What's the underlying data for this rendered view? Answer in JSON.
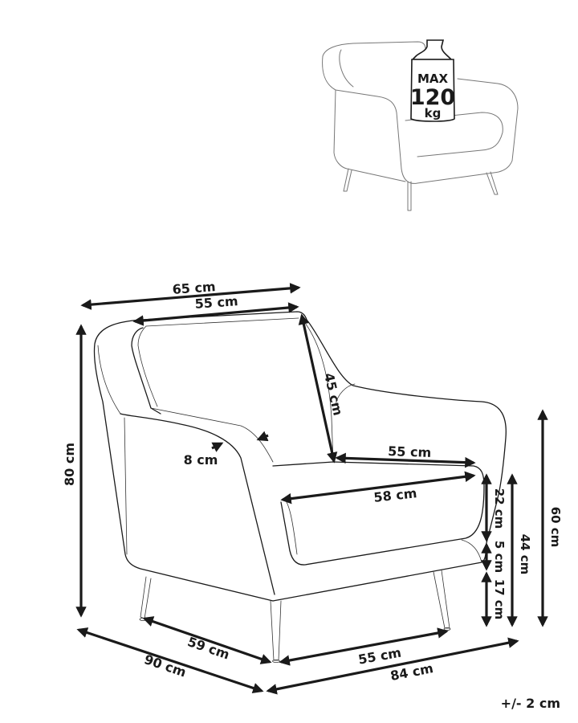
{
  "diagram": {
    "subject": "Armchair dimensions",
    "weight_badge": {
      "line1": "MAX",
      "line2": "120",
      "line3": "kg"
    },
    "tolerance": "+/- 2 cm",
    "dimensions": {
      "overall_back_width": "65 cm",
      "backrest_width": "55 cm",
      "backrest_height": "45 cm",
      "armrest_width": "8 cm",
      "overall_height": "80 cm",
      "seat_depth": "55 cm",
      "seat_width": "58 cm",
      "seat_cushion_thickness": "22 cm",
      "base_thickness": "5 cm",
      "leg_height": "17 cm",
      "seat_height": "44 cm",
      "armrest_height": "60 cm",
      "leg_span_side": "59 cm",
      "leg_span_front": "55 cm",
      "overall_depth": "90 cm",
      "overall_width": "84 cm"
    }
  },
  "colors": {
    "line": "#1a1a1a",
    "background": "#ffffff"
  }
}
